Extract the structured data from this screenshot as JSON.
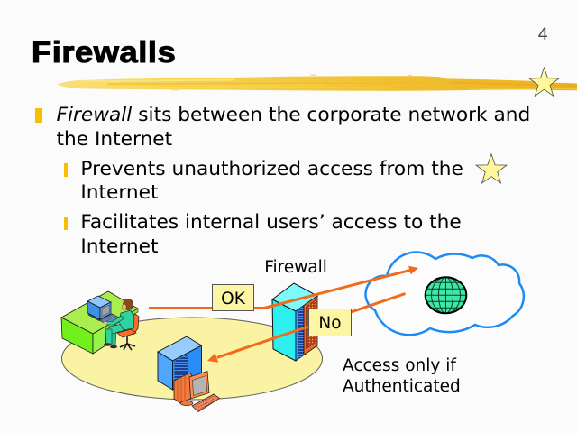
{
  "slide": {
    "title": "Firewalls",
    "page_number": "4",
    "bullets": {
      "main": {
        "emphasis": "Firewall",
        "text": "sits between the corporate network and the Internet"
      },
      "sub": [
        {
          "text": "Prevents unauthorized access from the Internet"
        },
        {
          "text": "Facilitates internal users’ access to the Internet"
        }
      ]
    }
  },
  "diagram": {
    "labels": {
      "firewall": "Firewall",
      "ok": "OK",
      "no": "No"
    },
    "note": [
      "Access only if",
      "Authenticated"
    ],
    "nodes": [
      {
        "id": "workstation",
        "icon": "desktop-workstation-user-icon"
      },
      {
        "id": "server",
        "icon": "server-computer-icon"
      },
      {
        "id": "firewall",
        "icon": "firewall-server-icon"
      },
      {
        "id": "internet",
        "icon": "internet-cloud-globe-icon"
      }
    ],
    "connections": [
      {
        "from": "workstation",
        "to": "internet",
        "label": "OK"
      },
      {
        "from": "internet",
        "to": "server",
        "label": "No"
      }
    ]
  },
  "icons": {
    "bullet_level1": "yellow-bar-bullet",
    "bullet_level2": "yellow-bar-bullet",
    "decorations": [
      "star-icon",
      "star-icon"
    ],
    "title_underline": "yellow-brush-stroke"
  },
  "colors": {
    "background": "#FBFBFB",
    "bullet_accent": "#F6C000",
    "arrow": "#F26A1B",
    "cloud_outline": "#1E8BF2",
    "network_zone": "#FAF3A3",
    "label_box": "#FBF5A4",
    "globe": "#3DE8A4",
    "star": "#FFF79A",
    "page_number": "#4A4A4A",
    "text": "#000000"
  }
}
